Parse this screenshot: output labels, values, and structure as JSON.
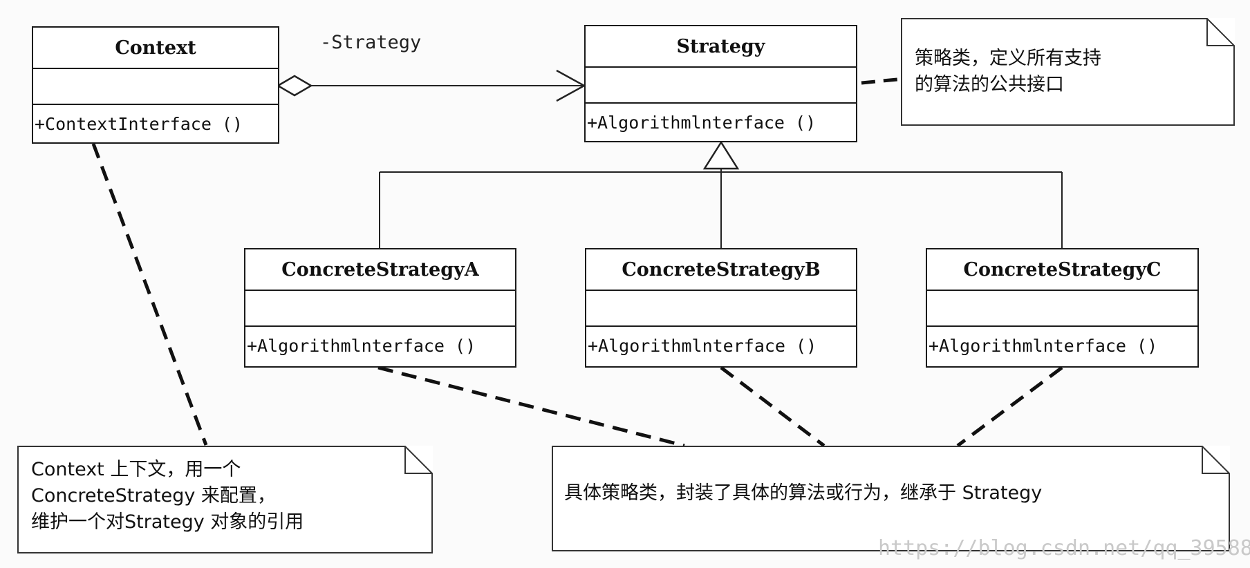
{
  "classes": {
    "context": {
      "name": "Context",
      "operation": "+ContextInterface ()"
    },
    "strategy": {
      "name": "Strategy",
      "operation": "+Algorithmlnterface ()"
    },
    "concrete_a": {
      "name": "ConcreteStrategyA",
      "operation": "+Algorithmlnterface ()"
    },
    "concrete_b": {
      "name": "ConcreteStrategyB",
      "operation": "+Algorithmlnterface ()"
    },
    "concrete_c": {
      "name": "ConcreteStrategyC",
      "operation": "+Algorithmlnterface ()"
    }
  },
  "association_label": "-Strategy",
  "notes": {
    "strategy_note": "策略类，定义所有支持\n的算法的公共接口",
    "context_note": "Context 上下文，用一个\nConcreteStrategy 来配置，\n维护一个对Strategy 对象的引用",
    "concrete_note": "具体策略类，封装了具体的算法或行为，继承于 Strategy"
  },
  "watermark": "https://blog.csdn.net/qq_39588"
}
